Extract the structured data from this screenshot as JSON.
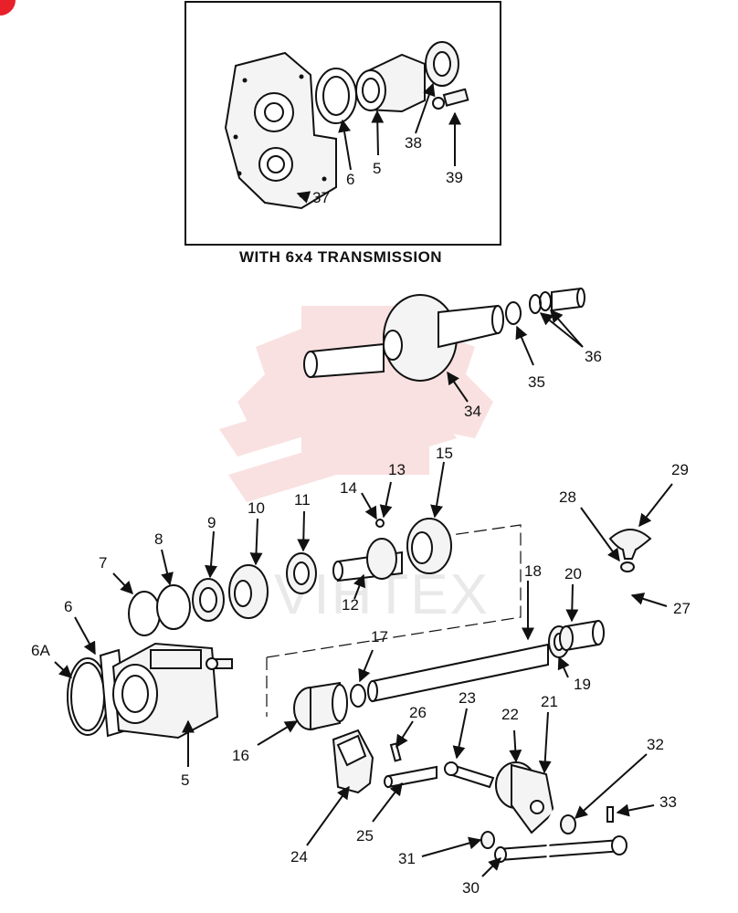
{
  "inset": {
    "caption": "WITH 6x4 TRANSMISSION"
  },
  "watermark": {
    "text": "VIHTEX"
  },
  "callouts": {
    "c6A": "6A",
    "c5": "5",
    "c6": "6",
    "c7": "7",
    "c8": "8",
    "c9": "9",
    "c10": "10",
    "c11": "11",
    "c12": "12",
    "c13": "13",
    "c14": "14",
    "c15": "15",
    "c16": "16",
    "c17": "17",
    "c18": "18",
    "c19": "19",
    "c20": "20",
    "c21": "21",
    "c22": "22",
    "c23": "23",
    "c24": "24",
    "c25": "25",
    "c26": "26",
    "c27": "27",
    "c28": "28",
    "c29": "29",
    "c30": "30",
    "c31": "31",
    "c32": "32",
    "c33": "33",
    "c34": "34",
    "c35": "35",
    "c36": "36",
    "c37": "37",
    "c38": "38",
    "c39": "39"
  },
  "colors": {
    "badge": "#e8202a",
    "watermark_logo": "#f6c9c9"
  }
}
